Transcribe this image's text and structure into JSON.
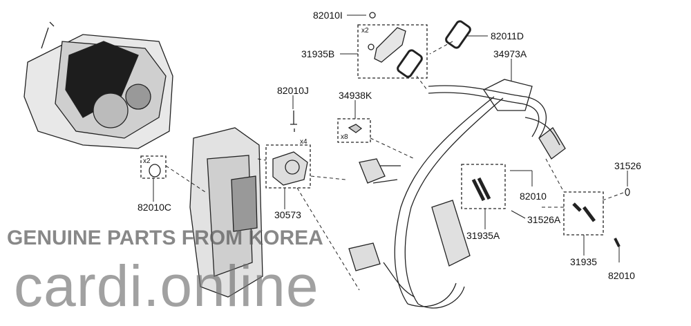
{
  "diagram": {
    "labels": {
      "p82010I": "82010I",
      "p31935B": "31935B",
      "p82011D": "82011D",
      "p34973A": "34973A",
      "p82010J": "82010J",
      "p34938K": "34938K",
      "p82010C": "82010C",
      "p30573": "30573",
      "p31526": "31526",
      "p82010_a": "82010",
      "p31526A": "31526A",
      "p31935A": "31935A",
      "p31935": "31935",
      "p82010_b": "82010"
    },
    "quantities": {
      "q_31935B": "x2",
      "q_82010J": "x4",
      "q_34938K": "x8",
      "q_82010C": "x2"
    }
  },
  "watermark": {
    "brand": "cardi.online",
    "tagline": "GENUINE PARTS FROM KOREA"
  }
}
